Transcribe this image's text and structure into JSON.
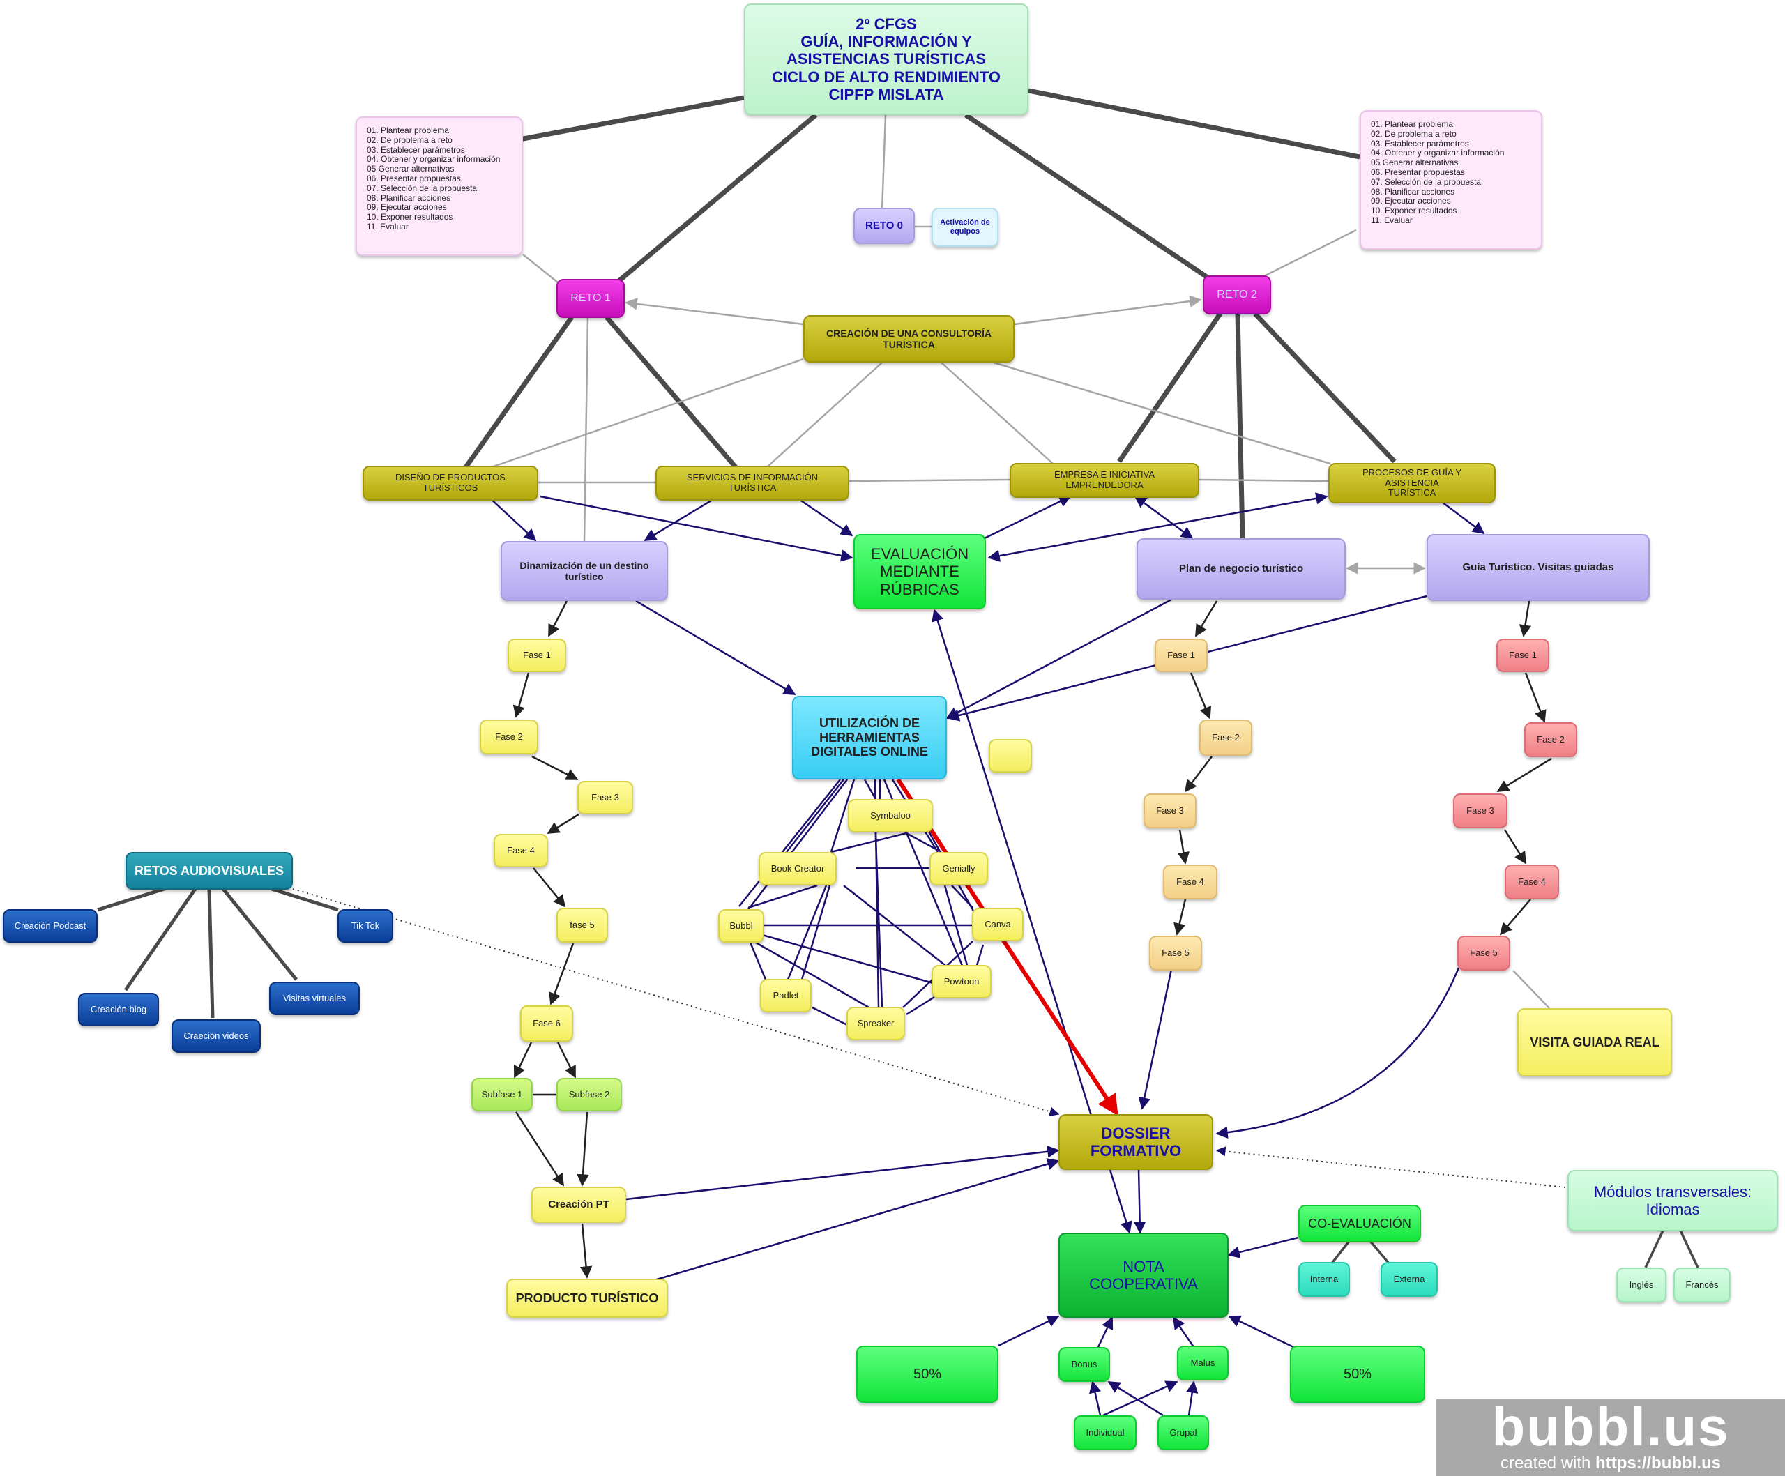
{
  "nodes": {
    "title": "2º CFGS\nGUÍA, INFORMACIÓN Y\nASISTENCIAS TURÍSTICAS\nCICLO DE ALTO RENDIMIENTO\nCIPFP MISLATA",
    "steps_left": "01. Plantear problema\n02. De problema a reto\n03. Establecer parámetros\n04. Obtener y organizar información\n05 Generar alternativas\n06. Presentar propuestas\n07. Selección de la propuesta\n08. Planificar acciones\n09. Ejecutar acciones\n10. Exponer resultados\n11. Evaluar",
    "steps_right": "01. Plantear problema\n02. De problema a reto\n03. Establecer parámetros\n04. Obtener y organizar información\n05 Generar alternativas\n06. Presentar propuestas\n07. Selección de la propuesta\n08. Planificar acciones\n09. Ejecutar acciones\n10. Exponer resultados\n11. Evaluar",
    "reto0": "RETO 0",
    "activacion": "Activación de\nequipos",
    "reto1": "RETO 1",
    "reto2": "RETO 2",
    "consultoria": "CREACIÓN DE UNA CONSULTORÍA\nTURÍSTICA",
    "diseno": "DISEÑO DE PRODUCTOS TURÍSTICOS",
    "servicios": "SERVICIOS DE INFORMACIÓN TURÍSTICA",
    "empresa": "EMPRESA E INICIATIVA EMPRENDEDORA",
    "procesos": "PROCESOS DE GUÍA Y ASISTENCIA\nTURÍSTICA",
    "dinamizacion": "Dinamización de un destino\nturístico",
    "evaluacion": "EVALUACIÓN\nMEDIANTE\nRÚBRICAS",
    "plan": "Plan de negocio turístico",
    "guia": "Guía Turístico. Visitas guiadas",
    "herramientas": "UTILIZACIÓN DE\nHERRAMIENTAS\nDIGITALES ONLINE",
    "empty": "",
    "l_fase1": "Fase 1",
    "l_fase2": "Fase 2",
    "l_fase3": "Fase 3",
    "l_fase4": "Fase 4",
    "l_fase5": "fase 5",
    "l_fase6": "Fase 6",
    "subfase1": "Subfase 1",
    "subfase2": "Subfase 2",
    "creacion_pt": "Creación PT",
    "producto": "PRODUCTO TURÍSTICO",
    "symbaloo": "Symbaloo",
    "bookcreator": "Book Creator",
    "genially": "Genially",
    "bubbl": "Bubbl",
    "canva": "Canva",
    "powtoon": "Powtoon",
    "padlet": "Padlet",
    "spreaker": "Spreaker",
    "m_fase1": "Fase 1",
    "m_fase2": "Fase 2",
    "m_fase3": "Fase 3",
    "m_fase4": "Fase 4",
    "m_fase5": "Fase 5",
    "r_fase1": "Fase 1",
    "r_fase2": "Fase 2",
    "r_fase3": "Fase 3",
    "r_fase4": "Fase 4",
    "r_fase5": "Fase 5",
    "visita": "VISITA GUIADA REAL",
    "retos_av": "RETOS AUDIOVISUALES",
    "podcast": "Creación Podcast",
    "tiktok": "Tik Tok",
    "blog": "Creación blog",
    "videos": "Craeción videos",
    "visitas_virtuales": "Visitas virtuales",
    "dossier": "DOSSIER\nFORMATIVO",
    "modulos": "Módulos transversales:\nIdiomas",
    "ingles": "Inglés",
    "frances": "Francés",
    "coevaluacion": "CO-EVALUACIÓN",
    "interna": "Interna",
    "externa": "Externa",
    "nota": "NOTA\nCOOPERATIVA",
    "pct_left": "50%",
    "pct_right": "50%",
    "bonus": "Bonus",
    "malus": "Malus",
    "individual": "Individual",
    "grupal": "Grupal"
  },
  "branding": {
    "logo_text": "bubbl.us",
    "created_prefix": "created with ",
    "created_url": "https://bubbl.us"
  },
  "colors": {
    "edge_navy": "#1b0f6e",
    "edge_grey": "#a6a6a6",
    "edge_dark": "#4a4a4a",
    "edge_red": "#e50000"
  }
}
